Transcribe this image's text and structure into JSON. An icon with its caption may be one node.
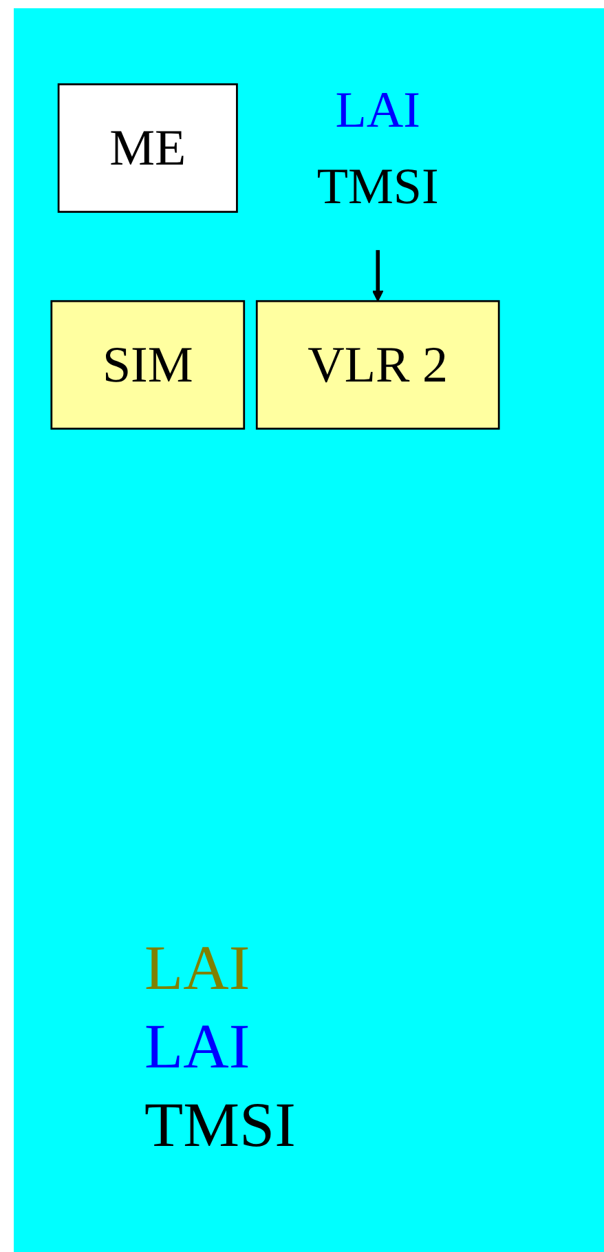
{
  "diagram": {
    "nodes": [
      {
        "text": [
          "ME"
        ]
      },
      {
        "text": [
          "SIM"
        ]
      },
      {
        "text": [
          "LAI",
          "TMSI"
        ]
      },
      {
        "text": [
          "VLR 2"
        ]
      }
    ],
    "edges": [
      {
        "from": 2,
        "to": 3,
        "arrow": "to"
      }
    ],
    "labels": [
      "LAI",
      "LAI",
      "TMSI"
    ]
  }
}
